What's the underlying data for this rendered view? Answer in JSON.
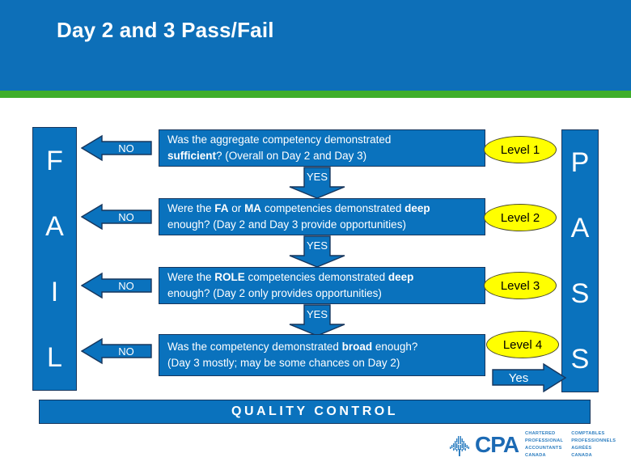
{
  "header": {
    "title": "Day 2 and 3 Pass/Fail",
    "band_color": "#0d6fb8",
    "accent_color": "#3fae2a"
  },
  "theme": {
    "box_blue": "#0a72bd",
    "box_border": "#17365d",
    "oval_yellow": "#ffff00",
    "text_white": "#ffffff"
  },
  "fail_column": {
    "word": "FAIL",
    "letters": [
      "F",
      "A",
      "I",
      "L"
    ]
  },
  "pass_column": {
    "word": "PASS",
    "letters": [
      "P",
      "A",
      "S",
      "S"
    ]
  },
  "flow": {
    "steps": [
      {
        "id": "step-1",
        "line1_pre": "Was the aggregate competency demonstrated ",
        "line1_bold": "",
        "line1_post": "",
        "text_runs": [
          {
            "t": "Was the aggregate competency demonstrated",
            "b": false
          },
          {
            "t": "\n",
            "b": false
          },
          {
            "t": "sufficient",
            "b": true
          },
          {
            "t": "?  (Overall on Day 2 and Day 3)",
            "b": false
          }
        ],
        "no_label": "NO",
        "yes_label": "YES",
        "level_label": "Level 1"
      },
      {
        "id": "step-2",
        "text_runs": [
          {
            "t": "Were the ",
            "b": false
          },
          {
            "t": "FA",
            "b": true
          },
          {
            "t": " or ",
            "b": false
          },
          {
            "t": "MA",
            "b": true
          },
          {
            "t": " competencies demonstrated ",
            "b": false
          },
          {
            "t": "deep",
            "b": true
          },
          {
            "t": "\n",
            "b": false
          },
          {
            "t": "enough?  (Day 2 and Day 3 provide opportunities)",
            "b": false
          }
        ],
        "no_label": "NO",
        "yes_label": "YES",
        "level_label": "Level 2"
      },
      {
        "id": "step-3",
        "text_runs": [
          {
            "t": "Were the ",
            "b": false
          },
          {
            "t": "ROLE",
            "b": true
          },
          {
            "t": " competencies demonstrated ",
            "b": false
          },
          {
            "t": "deep",
            "b": true
          },
          {
            "t": "\n",
            "b": false
          },
          {
            "t": "enough?  (Day 2 only provides opportunities)",
            "b": false
          }
        ],
        "no_label": "NO",
        "yes_label": "YES",
        "level_label": "Level 3"
      },
      {
        "id": "step-4",
        "text_runs": [
          {
            "t": "Was the competency demonstrated ",
            "b": false
          },
          {
            "t": "broad",
            "b": true
          },
          {
            "t": " enough?",
            "b": false
          },
          {
            "t": "\n",
            "b": false
          },
          {
            "t": "(Day 3 mostly;  may be some chances on Day 2)",
            "b": false
          }
        ],
        "no_label": "NO",
        "yes_label": "Yes",
        "level_label": "Level 4"
      }
    ]
  },
  "quality_control": {
    "label": "QUALITY   CONTROL"
  },
  "logo": {
    "wordmark": "CPA",
    "english": [
      "CHARTERED",
      "PROFESSIONAL",
      "ACCOUNTANTS",
      "CANADA"
    ],
    "french": [
      "COMPTABLES",
      "PROFESSIONNELS",
      "AGRÉÉS",
      "CANADA"
    ],
    "leaf_icon": "maple-leaf-icon",
    "brand_color": "#1c6ab4"
  }
}
